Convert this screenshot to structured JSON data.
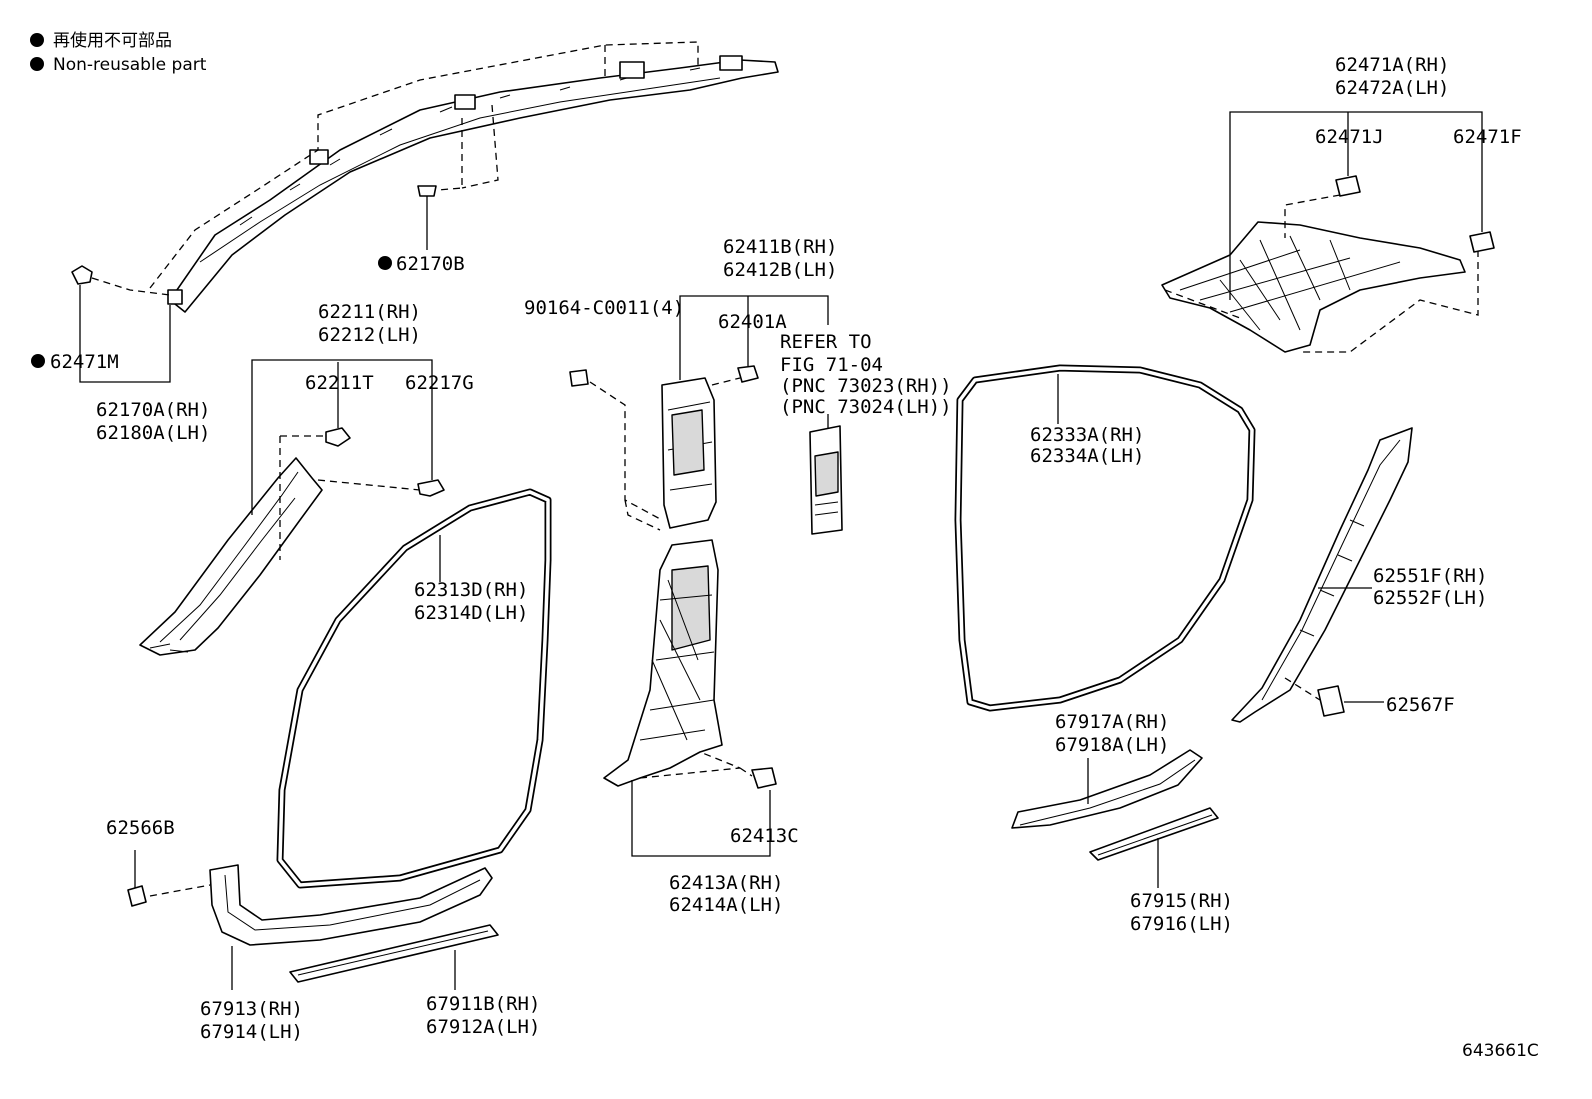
{
  "legend": {
    "jp": "再使用不可部品",
    "en": "Non-reusable part"
  },
  "labels": {
    "l62471M": "62471M",
    "l62170B": "62170B",
    "l62170A": "62170A(RH)",
    "l62180A": "62180A(LH)",
    "l62211": "62211(RH)",
    "l62212": "62212(LH)",
    "l62211T": "62211T",
    "l62217G": "62217G",
    "l62313D": "62313D(RH)",
    "l62314D": "62314D(LH)",
    "l62566B": "62566B",
    "l67913": "67913(RH)",
    "l67914": "67914(LH)",
    "l67911B": "67911B(RH)",
    "l67912A": "67912A(LH)",
    "l90164": "90164-C0011(4)",
    "l62411B": "62411B(RH)",
    "l62412B": "62412B(LH)",
    "l62401A": "62401A",
    "ref1": "REFER TO",
    "ref2": "FIG 71-04",
    "ref3": "(PNC 73023(RH))",
    "ref4": "(PNC 73024(LH))",
    "l62413C": "62413C",
    "l62413A": "62413A(RH)",
    "l62414A": "62414A(LH)",
    "l62333A": "62333A(RH)",
    "l62334A": "62334A(LH)",
    "l62471A": "62471A(RH)",
    "l62472A": "62472A(LH)",
    "l62471J": "62471J",
    "l62471F": "62471F",
    "l62551F": "62551F(RH)",
    "l62552F": "62552F(LH)",
    "l62567F": "62567F",
    "l67917A": "67917A(RH)",
    "l67918A": "67918A(LH)",
    "l67915": "67915(RH)",
    "l67916": "67916(LH)"
  },
  "figure_code": "643661C"
}
